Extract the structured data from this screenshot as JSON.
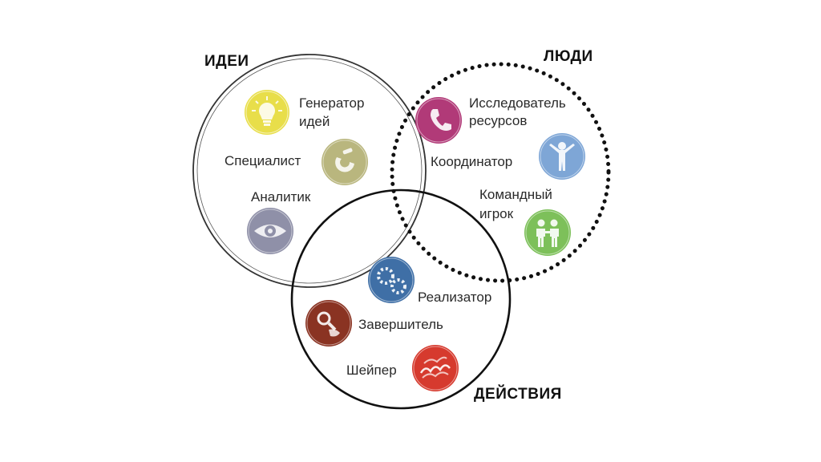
{
  "groups": {
    "ideas": "ИДЕИ",
    "people": "ЛЮДИ",
    "actions": "ДЕЙСТВИЯ"
  },
  "roles": {
    "generator_line1": "Генератор",
    "generator_line2": "идей",
    "specialist": "Специалист",
    "analyst": "Аналитик",
    "explorer_line1": "Исследователь",
    "explorer_line2": "ресурсов",
    "coordinator": "Координатор",
    "teamplayer_line1": "Командный",
    "teamplayer_line2": "игрок",
    "implementer": "Реализатор",
    "finisher": "Завершитель",
    "shaper": "Шейпер"
  },
  "icons": {
    "generator": {
      "name": "lightbulb-icon",
      "color": "#e8de4a"
    },
    "specialist": {
      "name": "tool-icon",
      "color": "#b9b67e"
    },
    "analyst": {
      "name": "eye-icon",
      "color": "#8f90a8"
    },
    "explorer": {
      "name": "phone-icon",
      "color": "#b13a78"
    },
    "coordinator": {
      "name": "person-icon",
      "color": "#7ea6d6"
    },
    "teamplayer": {
      "name": "people-icon",
      "color": "#7dc05a"
    },
    "implementer": {
      "name": "gears-icon",
      "color": "#3f6fa6"
    },
    "finisher": {
      "name": "magnifier-icon",
      "color": "#8a3322"
    },
    "shaper": {
      "name": "spring-icon",
      "color": "#d63a2e"
    }
  }
}
